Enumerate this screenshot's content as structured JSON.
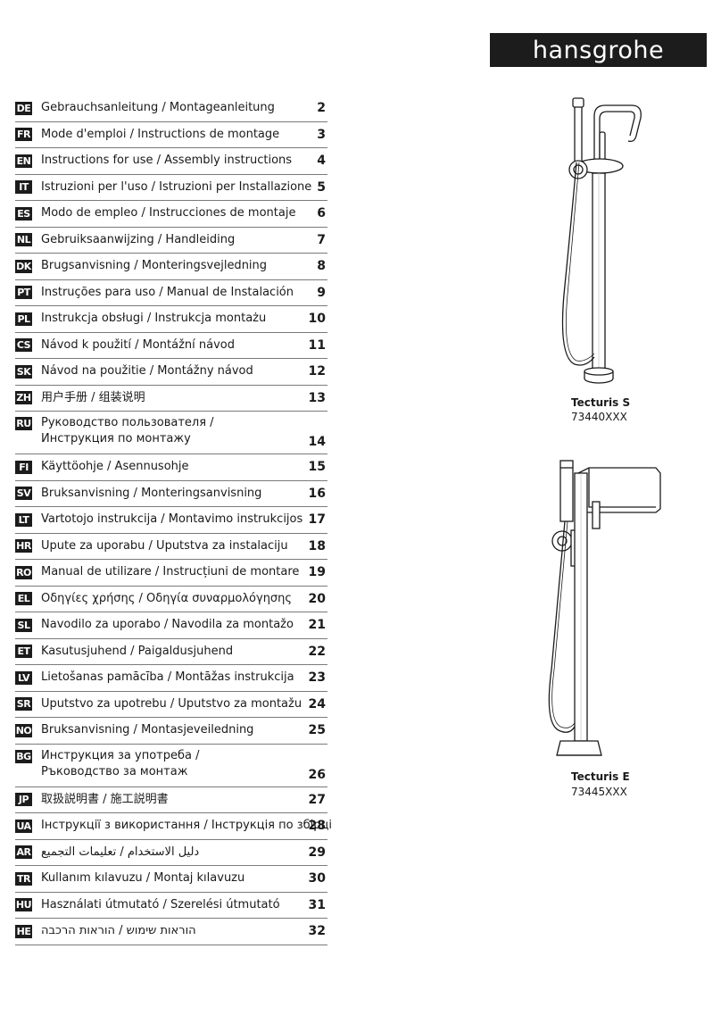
{
  "brand": "hansgrohe",
  "toc": [
    {
      "code": "DE",
      "title": "Gebrauchsanleitung / Montageanleitung",
      "page": "2"
    },
    {
      "code": "FR",
      "title": "Mode d'emploi / Instructions de montage",
      "page": "3"
    },
    {
      "code": "EN",
      "title": "Instructions for use / Assembly instructions",
      "page": "4"
    },
    {
      "code": "IT",
      "title": "Istruzioni per l'uso / Istruzioni per Installazione",
      "page": "5"
    },
    {
      "code": "ES",
      "title": "Modo de empleo / Instrucciones de montaje",
      "page": "6"
    },
    {
      "code": "NL",
      "title": "Gebruiksaanwijzing / Handleiding",
      "page": "7"
    },
    {
      "code": "DK",
      "title": "Brugsanvisning / Monteringsvejledning",
      "page": "8"
    },
    {
      "code": "PT",
      "title": "Instruções para uso / Manual de Instalación",
      "page": "9"
    },
    {
      "code": "PL",
      "title": "Instrukcja obsługi / Instrukcja montażu",
      "page": "10"
    },
    {
      "code": "CS",
      "title": "Návod k použití / Montážní návod",
      "page": "11"
    },
    {
      "code": "SK",
      "title": "Návod na použitie / Montážny návod",
      "page": "12"
    },
    {
      "code": "ZH",
      "title": "用户手册 / 组装说明",
      "page": "13"
    },
    {
      "code": "RU",
      "title": "Руководство пользователя /",
      "title2": "Инструкция по монтажу",
      "page": "14"
    },
    {
      "code": "FI",
      "title": "Käyttöohje / Asennusohje",
      "page": "15"
    },
    {
      "code": "SV",
      "title": "Bruksanvisning / Monteringsanvisning",
      "page": "16"
    },
    {
      "code": "LT",
      "title": "Vartotojo instrukcija / Montavimo instrukcijos",
      "page": "17"
    },
    {
      "code": "HR",
      "title": "Upute za uporabu / Uputstva za instalaciju",
      "page": "18"
    },
    {
      "code": "RO",
      "title": "Manual de utilizare / Instrucțiuni de montare",
      "page": "19"
    },
    {
      "code": "EL",
      "title": "Οδηγίες χρήσης / Οδηγία συναρμολόγησης",
      "page": "20"
    },
    {
      "code": "SL",
      "title": "Navodilo za uporabo / Navodila za montažo",
      "page": "21"
    },
    {
      "code": "ET",
      "title": "Kasutusjuhend / Paigaldusjuhend",
      "page": "22"
    },
    {
      "code": "LV",
      "title": "Lietošanas pamācība / Montāžas instrukcija",
      "page": "23"
    },
    {
      "code": "SR",
      "title": "Uputstvo za upotrebu / Uputstvo za montažu",
      "page": "24"
    },
    {
      "code": "NO",
      "title": "Bruksanvisning / Montasjeveiledning",
      "page": "25"
    },
    {
      "code": "BG",
      "title": "Инструкция за употреба /",
      "title2": "Ръководство за монтаж",
      "page": "26"
    },
    {
      "code": "JP",
      "title": "取扱説明書 / 施工説明書",
      "page": "27"
    },
    {
      "code": "UA",
      "title": "Інструкції з використання / Інструкція по збірці",
      "page": "28"
    },
    {
      "code": "AR",
      "title": "دليل الاستخدام / تعليمات التجميع",
      "page": "29"
    },
    {
      "code": "TR",
      "title": "Kullanım kılavuzu / Montaj kılavuzu",
      "page": "30"
    },
    {
      "code": "HU",
      "title": "Használati útmutató / Szerelési útmutató",
      "page": "31"
    },
    {
      "code": "HE",
      "title": "הוראות שימוש / הוראות הרכבה",
      "page": "32"
    }
  ],
  "products": [
    {
      "name": "Tecturis S",
      "code": "73440XXX"
    },
    {
      "name": "Tecturis E",
      "code": "73445XXX"
    }
  ]
}
